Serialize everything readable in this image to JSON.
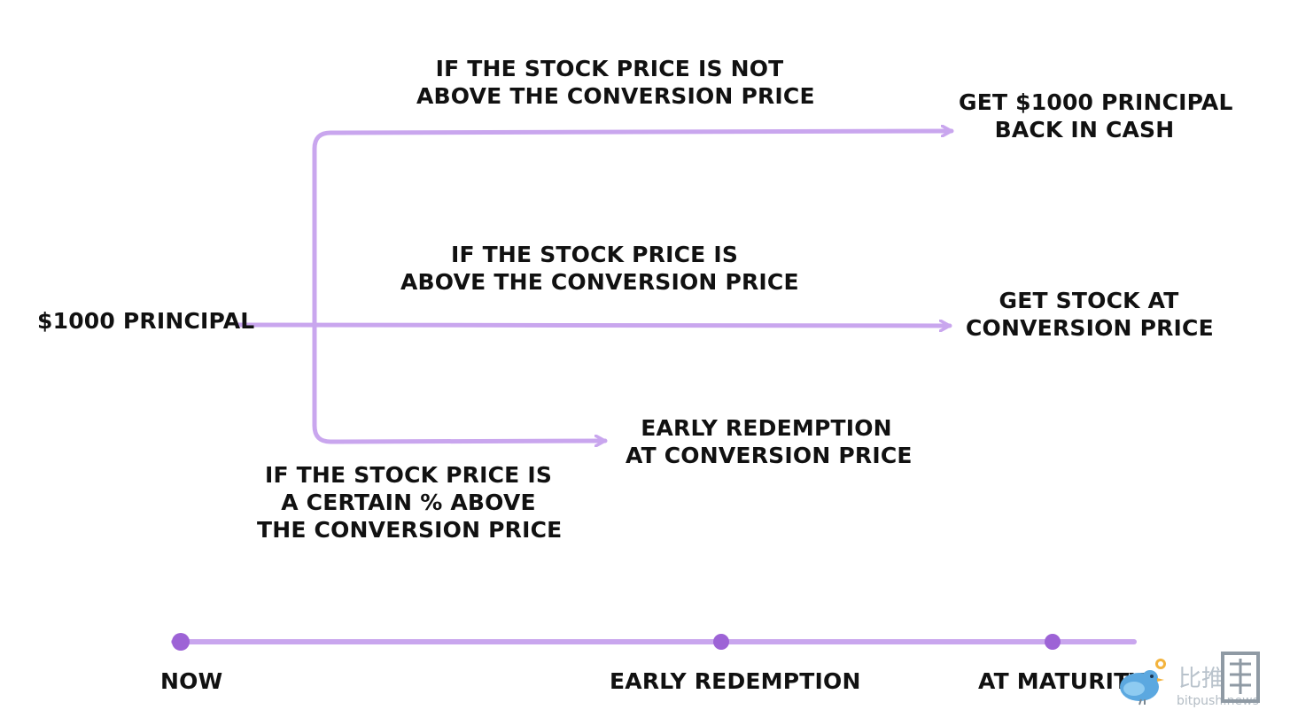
{
  "diagram": {
    "colors": {
      "arrow": "#c9a6ee",
      "timeline": "#c9a6ee",
      "dot": "#9d63d6",
      "text": "#111111"
    },
    "start": {
      "label": "$1000 PRINCIPAL"
    },
    "branches": [
      {
        "condition": [
          "IF THE STOCK PRICE IS NOT",
          "ABOVE THE CONVERSION PRICE"
        ],
        "outcome": [
          "GET $1000 PRINCIPAL",
          "BACK IN CASH"
        ]
      },
      {
        "condition": [
          "IF THE STOCK PRICE IS",
          "ABOVE THE CONVERSION PRICE"
        ],
        "outcome": [
          "GET STOCK AT",
          "CONVERSION PRICE"
        ]
      },
      {
        "condition": [
          "IF THE STOCK PRICE IS",
          "A CERTAIN % ABOVE",
          "THE CONVERSION PRICE"
        ],
        "outcome": [
          "EARLY REDEMPTION",
          "AT CONVERSION PRICE"
        ]
      }
    ],
    "timeline": [
      "NOW",
      "EARLY REDEMPTION",
      "AT MATURITY"
    ]
  },
  "watermark": {
    "icon": "bird-logo-icon",
    "chinese_text": "比推",
    "english_text": "bitpush.news"
  }
}
